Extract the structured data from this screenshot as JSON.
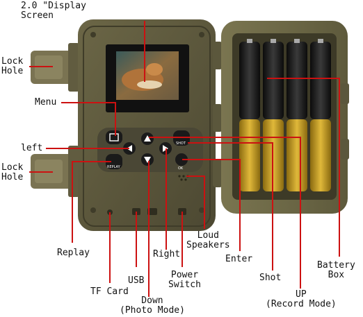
{
  "labels": {
    "display_screen": "2.0 \"Display\nScreen",
    "lock_hole_top": "Lock\nHole",
    "menu": "Menu",
    "left": "left",
    "lock_hole_bottom": "Lock\nHole",
    "replay": "Replay",
    "tf_card": "TF Card",
    "usb": "USB",
    "down": "Down\n(Photo Mode)",
    "right": "Right",
    "power_switch": "Power\nSwitch",
    "loud_speakers": "Loud\nSpeakers",
    "enter": "Enter",
    "shot": "Shot",
    "up": "UP\n(Record Mode)",
    "battery_box": "Battery\nBox"
  },
  "device_markings": {
    "shot_button": "SHOT",
    "replay_button": "REPLAY",
    "ok_button": "OK"
  },
  "colors": {
    "callout_line": "#cc1111",
    "camera_body": "#5e5a3e",
    "battery_door": "#6f6a45",
    "buttons": "#1a1a1a",
    "battery_gold": "#c9a02a"
  }
}
